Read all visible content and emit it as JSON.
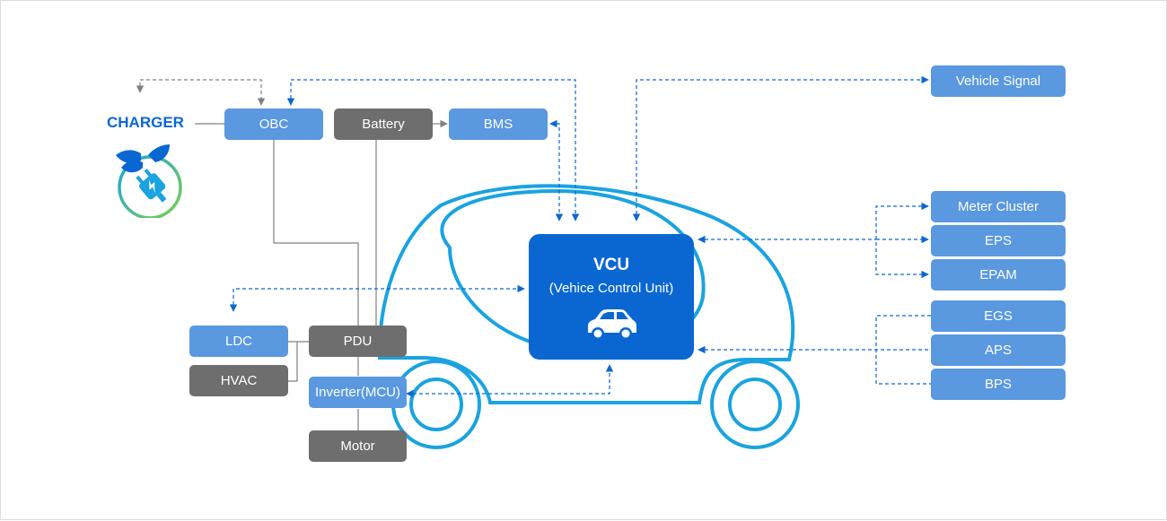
{
  "charger": {
    "label": "CHARGER",
    "icon": "eco-plug-icon"
  },
  "components": {
    "obc": "OBC",
    "battery": "Battery",
    "bms": "BMS",
    "ldc": "LDC",
    "hvac": "HVAC",
    "pdu": "PDU",
    "inverter": "Inverter(MCU)",
    "motor": "Motor"
  },
  "vcu": {
    "title": "VCU",
    "subtitle": "(Vehice Control Unit)",
    "icon": "car-icon"
  },
  "signals": {
    "vehicle_signal": "Vehicle Signal",
    "meter_cluster": "Meter Cluster",
    "eps": "EPS",
    "epam": "EPAM",
    "egs": "EGS",
    "aps": "APS",
    "bps": "BPS"
  },
  "colors": {
    "primary": "#0a67d2",
    "box_blue": "#5a98e0",
    "box_gray": "#6e6e6e",
    "car_outline": "#1aa3e0",
    "connector_gray": "#808080"
  }
}
